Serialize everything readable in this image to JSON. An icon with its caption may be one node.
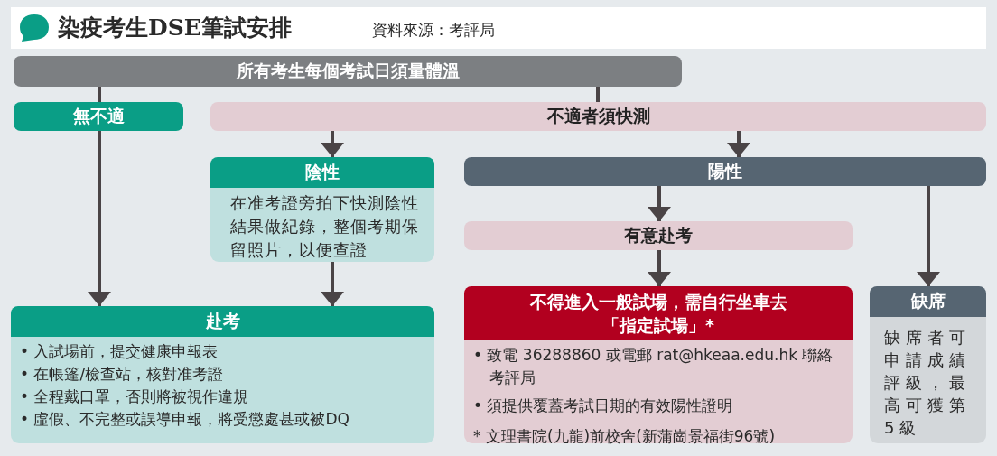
{
  "diagram": {
    "title": "染疫考生DSE筆試安排",
    "nodes": [
      {
        "text": [
          "所有考生每個考試日須量體溫"
        ]
      },
      {
        "text": [
          "無不適"
        ]
      },
      {
        "text": [
          "不適者須快測"
        ]
      },
      {
        "text": [
          "陰性",
          "在准考證旁拍下快測陰性結果做紀錄，整個考期保留照片，以便查證"
        ]
      },
      {
        "text": [
          "陽性"
        ]
      },
      {
        "text": [
          "有意赴考"
        ]
      },
      {
        "text": [
          "赴考",
          "• 入試場前，提交健康申報表",
          "• 在帳篷/檢查站，核對准考證",
          "• 全程戴口罩，否則將被視作違規",
          "• 虛假、不完整或誤導申報，將受懲處甚或被DQ"
        ]
      },
      {
        "text": [
          "不得進入一般試場，需自行坐車去「指定試場」*",
          "• 致電 36288860 或電郵 rat@hkeaa.edu.hk 聯絡考評局",
          "• 須提供覆蓋考試日期的有效陽性證明",
          "* 文理書院(九龍)前校舍(新蒲崗景福街96號)"
        ]
      },
      {
        "text": [
          "缺席",
          "缺席者可申請成績評級，最高可獲第5級"
        ]
      }
    ],
    "edges": [
      {
        "from": 0,
        "to": 1,
        "arrow": "none"
      },
      {
        "from": 0,
        "to": 2,
        "arrow": "none"
      },
      {
        "from": 1,
        "to": 6,
        "arrow": "to"
      },
      {
        "from": 2,
        "to": 3,
        "arrow": "to"
      },
      {
        "from": 2,
        "to": 4,
        "arrow": "to"
      },
      {
        "from": 3,
        "to": 6,
        "arrow": "to"
      },
      {
        "from": 4,
        "to": 5,
        "arrow": "to"
      },
      {
        "from": 5,
        "to": 7,
        "arrow": "to"
      },
      {
        "from": 4,
        "to": 8,
        "arrow": "to"
      }
    ],
    "labels": [
      "資料來源：考評局"
    ]
  }
}
